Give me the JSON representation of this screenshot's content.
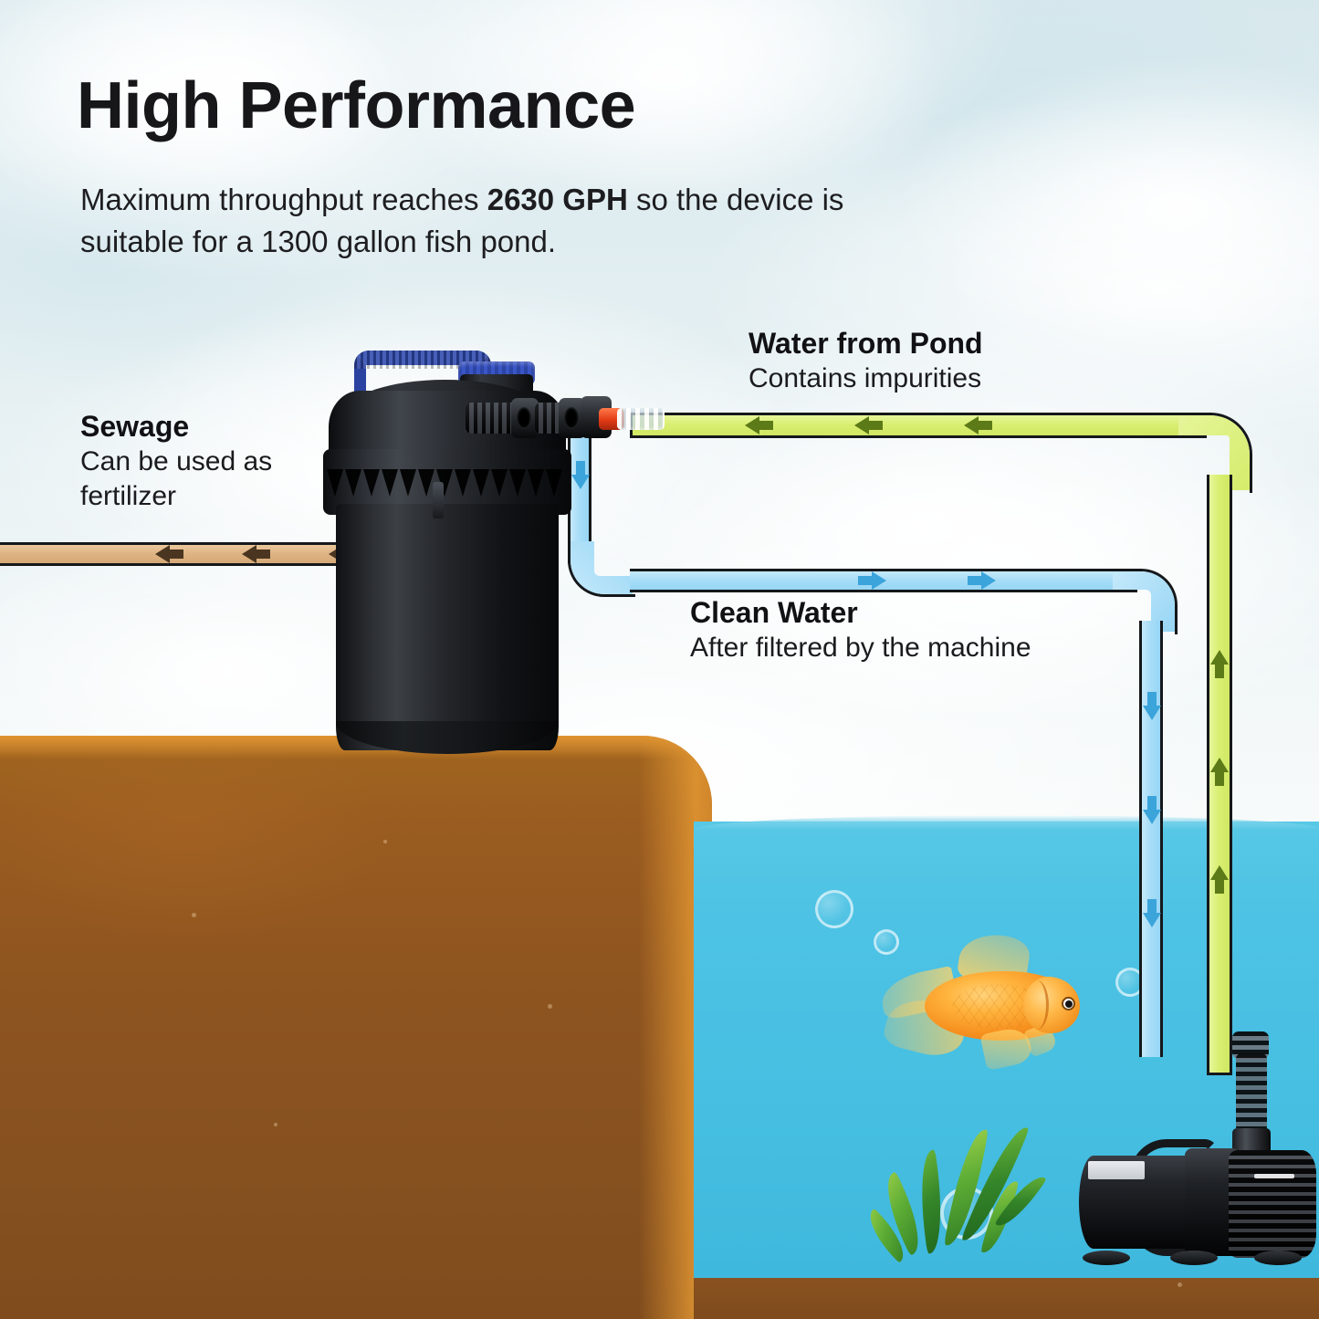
{
  "header": {
    "title": "High Performance",
    "subtitle_parts": {
      "a": "Maximum throughput reaches ",
      "highlight": "2630 GPH",
      "b": " so the device is suitable for a 1300 gallon fish pond."
    },
    "subtitle_full": "Maximum throughput reaches 2630 GPH so the device is suitable for a 1300 gallon fish pond.",
    "max_throughput": "2630 GPH",
    "pond_capacity": "1300 gallon"
  },
  "callouts": [
    {
      "id": "sewage",
      "title": "Sewage",
      "subtitle": "Can be used as fertilizer",
      "flow_color": "#dfb484",
      "arrow_color": "#4a3520",
      "direction": "left"
    },
    {
      "id": "water-from-pond",
      "title": "Water from Pond",
      "subtitle": "Contains impurities",
      "flow_color": "#d9ef72",
      "arrow_color": "#5c7a17",
      "direction": "left-and-up"
    },
    {
      "id": "clean-water",
      "title": "Clean Water",
      "subtitle": "After filtered by the machine",
      "flow_color": "#a7ddf7",
      "arrow_color": "#3ba4db",
      "direction": "right-and-down"
    }
  ],
  "scene": {
    "sky_color": "#eef4f6",
    "soil_color": "#8d5420",
    "soil_edge_color": "#e29630",
    "water_color": "#4dc2e4",
    "device_name": "pressurized-pond-filter",
    "device_handle_color": "#2f49ad",
    "pump_name": "submersible-pond-pump",
    "fish_name": "goldfish",
    "fish_color": "#f79220",
    "plant_name": "aquatic-plant",
    "plant_color": "#5fae36"
  },
  "pump": {
    "label_text": ""
  }
}
